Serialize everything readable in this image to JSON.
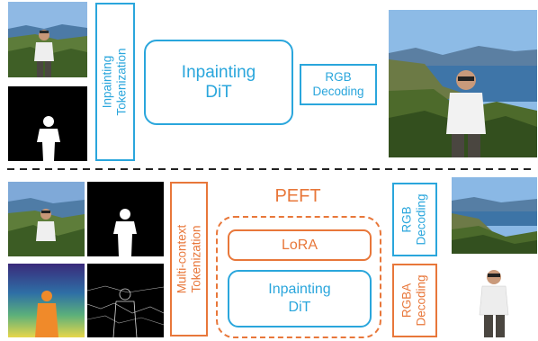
{
  "top": {
    "tokenization_label": "Inpainting\nTokenization",
    "dit_label": "Inpainting\nDiT",
    "decoding_label": "RGB\nDecoding"
  },
  "bottom": {
    "peft_label": "PEFT",
    "tokenization_label": "Multi-context\nTokenization",
    "lora_label": "LoRA",
    "dit_label": "Inpainting\nDiT",
    "rgb_decoding_label": "RGB\nDecoding",
    "rgba_decoding_label": "RGBA\nDecoding"
  },
  "colors": {
    "blue": "#2aa6dc",
    "orange": "#e8773a",
    "divider": "#222222"
  },
  "images": [
    "photo-person-coast",
    "mask-person-silhouette",
    "photo-person-coast-wide",
    "depth-map",
    "edge-map",
    "photo-background-coast",
    "person-cutout"
  ]
}
